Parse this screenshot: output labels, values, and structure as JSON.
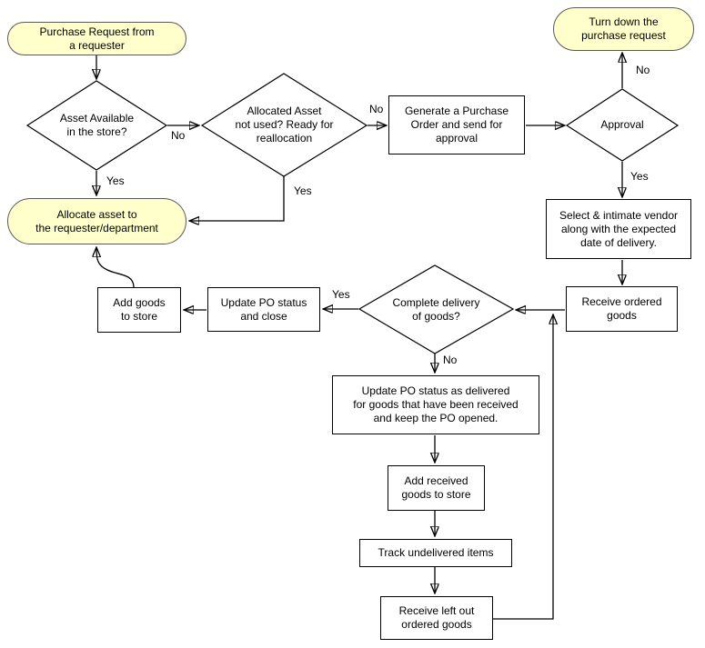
{
  "colors": {
    "background": "#ffffff",
    "terminator_fill": "#ffffcc",
    "terminator_border": "#595959",
    "process_fill": "#ffffff",
    "process_border": "#000000",
    "line": "#000000",
    "text": "#000000"
  },
  "nodes": {
    "start": {
      "type": "terminator",
      "label": "Purchase Request from\na requester"
    },
    "asset_available": {
      "type": "decision",
      "label": "Asset Available\nin the store?"
    },
    "allocate": {
      "type": "terminator",
      "label": "Allocate asset to\nthe requester/department"
    },
    "reallocation": {
      "type": "decision",
      "label": "Allocated Asset\nnot used? Ready for\nreallocation"
    },
    "generate_po": {
      "type": "process",
      "label": "Generate a Purchase\nOrder and send for\napproval"
    },
    "approval": {
      "type": "decision",
      "label": "Approval"
    },
    "turn_down": {
      "type": "terminator",
      "label": "Turn down the\npurchase request"
    },
    "select_vendor": {
      "type": "process",
      "label": "Select & intimate vendor\nalong with the expected\ndate of delivery."
    },
    "receive_goods": {
      "type": "process",
      "label": "Receive ordered\ngoods"
    },
    "complete_delivery": {
      "type": "decision",
      "label": "Complete delivery\nof goods?"
    },
    "update_close": {
      "type": "process",
      "label": "Update PO status\nand close"
    },
    "add_goods": {
      "type": "process",
      "label": "Add goods\nto store"
    },
    "update_po_open": {
      "type": "process",
      "label": "Update PO status as delivered\nfor goods that have been received\nand keep the PO opened."
    },
    "add_received": {
      "type": "process",
      "label": "Add received\ngoods to store"
    },
    "track_items": {
      "type": "process",
      "label": "Track undelivered items"
    },
    "receive_leftout": {
      "type": "process",
      "label": "Receive left out\nordered goods"
    }
  },
  "edge_labels": {
    "asset_no": "No",
    "asset_yes": "Yes",
    "realloc_no": "No",
    "realloc_yes": "Yes",
    "approval_no": "No",
    "approval_yes": "Yes",
    "delivery_yes": "Yes",
    "delivery_no": "No"
  }
}
